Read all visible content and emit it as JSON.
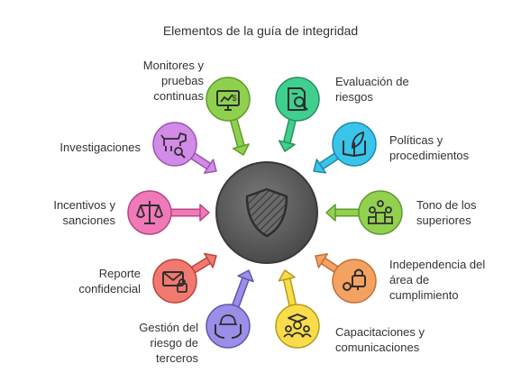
{
  "title": "Elementos de la guía de integridad",
  "center": {
    "icon": "shield-icon",
    "fill": "#555555",
    "stroke": "#3a3a3a"
  },
  "items": [
    {
      "key": "monitores",
      "label": "Monitores y\npruebas\ncontinuas",
      "color": "#8fd14f",
      "stroke": "#5f9a2a",
      "icon": "monitor-chart-icon"
    },
    {
      "key": "evaluacion",
      "label": "Evaluación de\nriesgos",
      "color": "#3fcf8e",
      "stroke": "#2a8f5f",
      "icon": "document-search-icon"
    },
    {
      "key": "politicas",
      "label": "Políticas y\nprocedimientos",
      "color": "#3bc4ea",
      "stroke": "#1f88a8",
      "icon": "book-leaf-icon"
    },
    {
      "key": "tono",
      "label": "Tono de los\nsuperiores",
      "color": "#92d050",
      "stroke": "#5f9a2a",
      "icon": "podium-people-icon"
    },
    {
      "key": "independencia",
      "label": "Independencia del\nárea de\ncumplimiento",
      "color": "#f4a261",
      "stroke": "#c0703a",
      "icon": "lock-key-icon"
    },
    {
      "key": "capacitaciones",
      "label": "Capacitaciones y\ncomunicaciones",
      "color": "#f9dc4a",
      "stroke": "#b89a1a",
      "icon": "graduate-icon"
    },
    {
      "key": "gestion",
      "label": "Gestión del\nriesgo de\nterceros",
      "color": "#9a8ee8",
      "stroke": "#5f55b0",
      "icon": "hands-helmet-icon"
    },
    {
      "key": "reporte",
      "label": "Reporte\nconfidencial",
      "color": "#f2796f",
      "stroke": "#b8453c",
      "icon": "mail-lock-icon"
    },
    {
      "key": "incentivos",
      "label": "Incentivos y\nsanciones",
      "color": "#f07ab8",
      "stroke": "#b54585",
      "icon": "scales-icon"
    },
    {
      "key": "investigaciones",
      "label": "Investigaciones",
      "color": "#d28be6",
      "stroke": "#9a55b0",
      "icon": "dog-search-icon"
    }
  ]
}
